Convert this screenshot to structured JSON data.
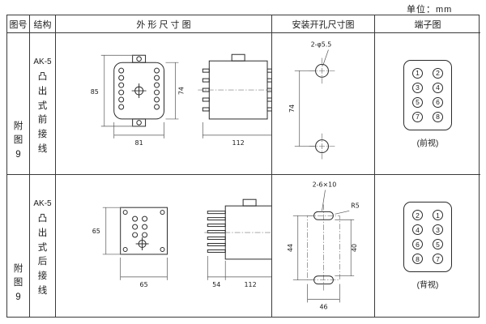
{
  "unit_label": "单位：mm",
  "header": {
    "col_fig": "图号",
    "col_structure": "结构",
    "col_outline": "外 形 尺 寸 图",
    "col_mounting": "安装开孔尺寸图",
    "col_terminal": "端子图"
  },
  "rows": [
    {
      "fig_no": "附图9",
      "model": "AK-5",
      "structure": "凸出式前接线",
      "outline": {
        "front_height": "85",
        "front_inner": "74",
        "front_width": "81",
        "side_depth": "112"
      },
      "mounting": {
        "hole_label": "2-φ5.5",
        "vertical_spacing": "74"
      },
      "terminal": {
        "numbers": [
          "1",
          "2",
          "3",
          "4",
          "5",
          "6",
          "7",
          "8"
        ],
        "view": "(前视)"
      }
    },
    {
      "fig_no": "附图9",
      "model": "AK-5",
      "structure": "凸出式后接线",
      "outline": {
        "front_height": "65",
        "front_width": "65",
        "side_front": "54",
        "side_depth": "112"
      },
      "mounting": {
        "slot_label": "2-6×10",
        "radius_label": "R5",
        "left_spacing": "44",
        "right_spacing": "40",
        "bottom_width": "46"
      },
      "terminal": {
        "numbers": [
          "2",
          "1",
          "4",
          "3",
          "6",
          "5",
          "8",
          "7"
        ],
        "view": "(背视)"
      }
    }
  ]
}
